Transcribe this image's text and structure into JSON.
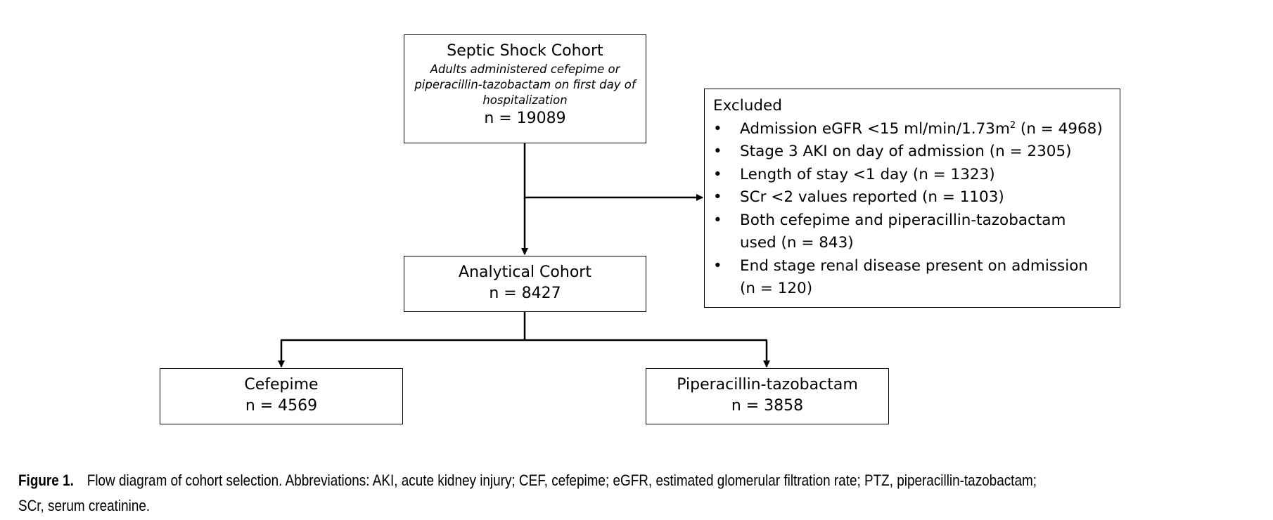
{
  "boxes": {
    "septic": {
      "title": "Septic Shock Cohort",
      "subtitle_line1": "Adults administered cefepime or",
      "subtitle_line2": "piperacillin-tazobactam on first day of",
      "subtitle_line3": "hospitalization",
      "count": "n = 19089"
    },
    "analytical": {
      "title": "Analytical Cohort",
      "count": "n = 8427"
    },
    "cefepime": {
      "title": "Cefepime",
      "count": "n = 4569"
    },
    "ptz": {
      "title": "Piperacillin-tazobactam",
      "count": "n = 3858"
    },
    "excluded": {
      "title": "Excluded",
      "items": [
        {
          "pre": "Admission eGFR <15 ml/min/1.73m",
          "sup": "2",
          "post": " (n = 4968)"
        },
        {
          "text": "Stage 3 AKI on day of admission (n = 2305)"
        },
        {
          "text": "Length of stay <1 day (n = 1323)"
        },
        {
          "text": "SCr <2 values reported (n = 1103)"
        },
        {
          "line1": "Both cefepime and piperacillin-tazobactam",
          "line2": "used (n = 843)"
        },
        {
          "line1": "End stage renal disease present on admission",
          "line2": "(n = 120)"
        }
      ]
    }
  },
  "caption": {
    "label": "Figure 1.",
    "line1": "Flow diagram of cohort selection. Abbreviations: AKI, acute kidney injury; CEF, cefepime; eGFR, estimated glomerular filtration rate; PTZ, piperacillin-tazobactam;",
    "line2": "SCr, serum creatinine."
  },
  "colors": {
    "line": "#000000",
    "box_border": "#000000",
    "background": "#ffffff"
  }
}
